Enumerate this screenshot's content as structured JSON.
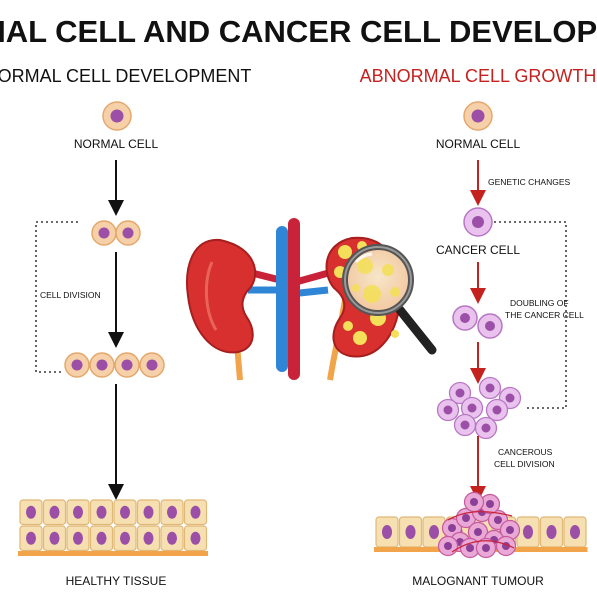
{
  "title": "NORMAL CELL AND CANCER CELL DEVELOPMENT",
  "left": {
    "heading": "NORMAL CELL DEVELOPMENT",
    "normal_cell": "NORMAL CELL",
    "cell_division": "CELL DIVISION",
    "healthy_tissue": "HEALTHY TISSUE"
  },
  "right": {
    "heading": "ABNORMAL CELL GROWTH",
    "normal_cell": "NORMAL CELL",
    "genetic_changes": "GENETIC CHANGES",
    "cancer_cell": "CANCER CELL",
    "doubling_line1": "DOUBLING OF",
    "doubling_line2": "THE CANCER CELL",
    "cancerous_line1": "CANCEROUS",
    "cancerous_line2": "CELL DIVISION",
    "malignant_tumour": "MALOGNANT TUMOUR"
  },
  "colors": {
    "heading_red": "#c4221f",
    "cell_fill": "#f6d0a8",
    "nucleus": "#9b4fa6",
    "cancer_cell": "#e9c2ee",
    "tissue": "#f6dfb0",
    "kidney": "#d8302f",
    "vein": "#2f86d6",
    "artery": "#c9233a",
    "ureter": "#f2a44a"
  }
}
